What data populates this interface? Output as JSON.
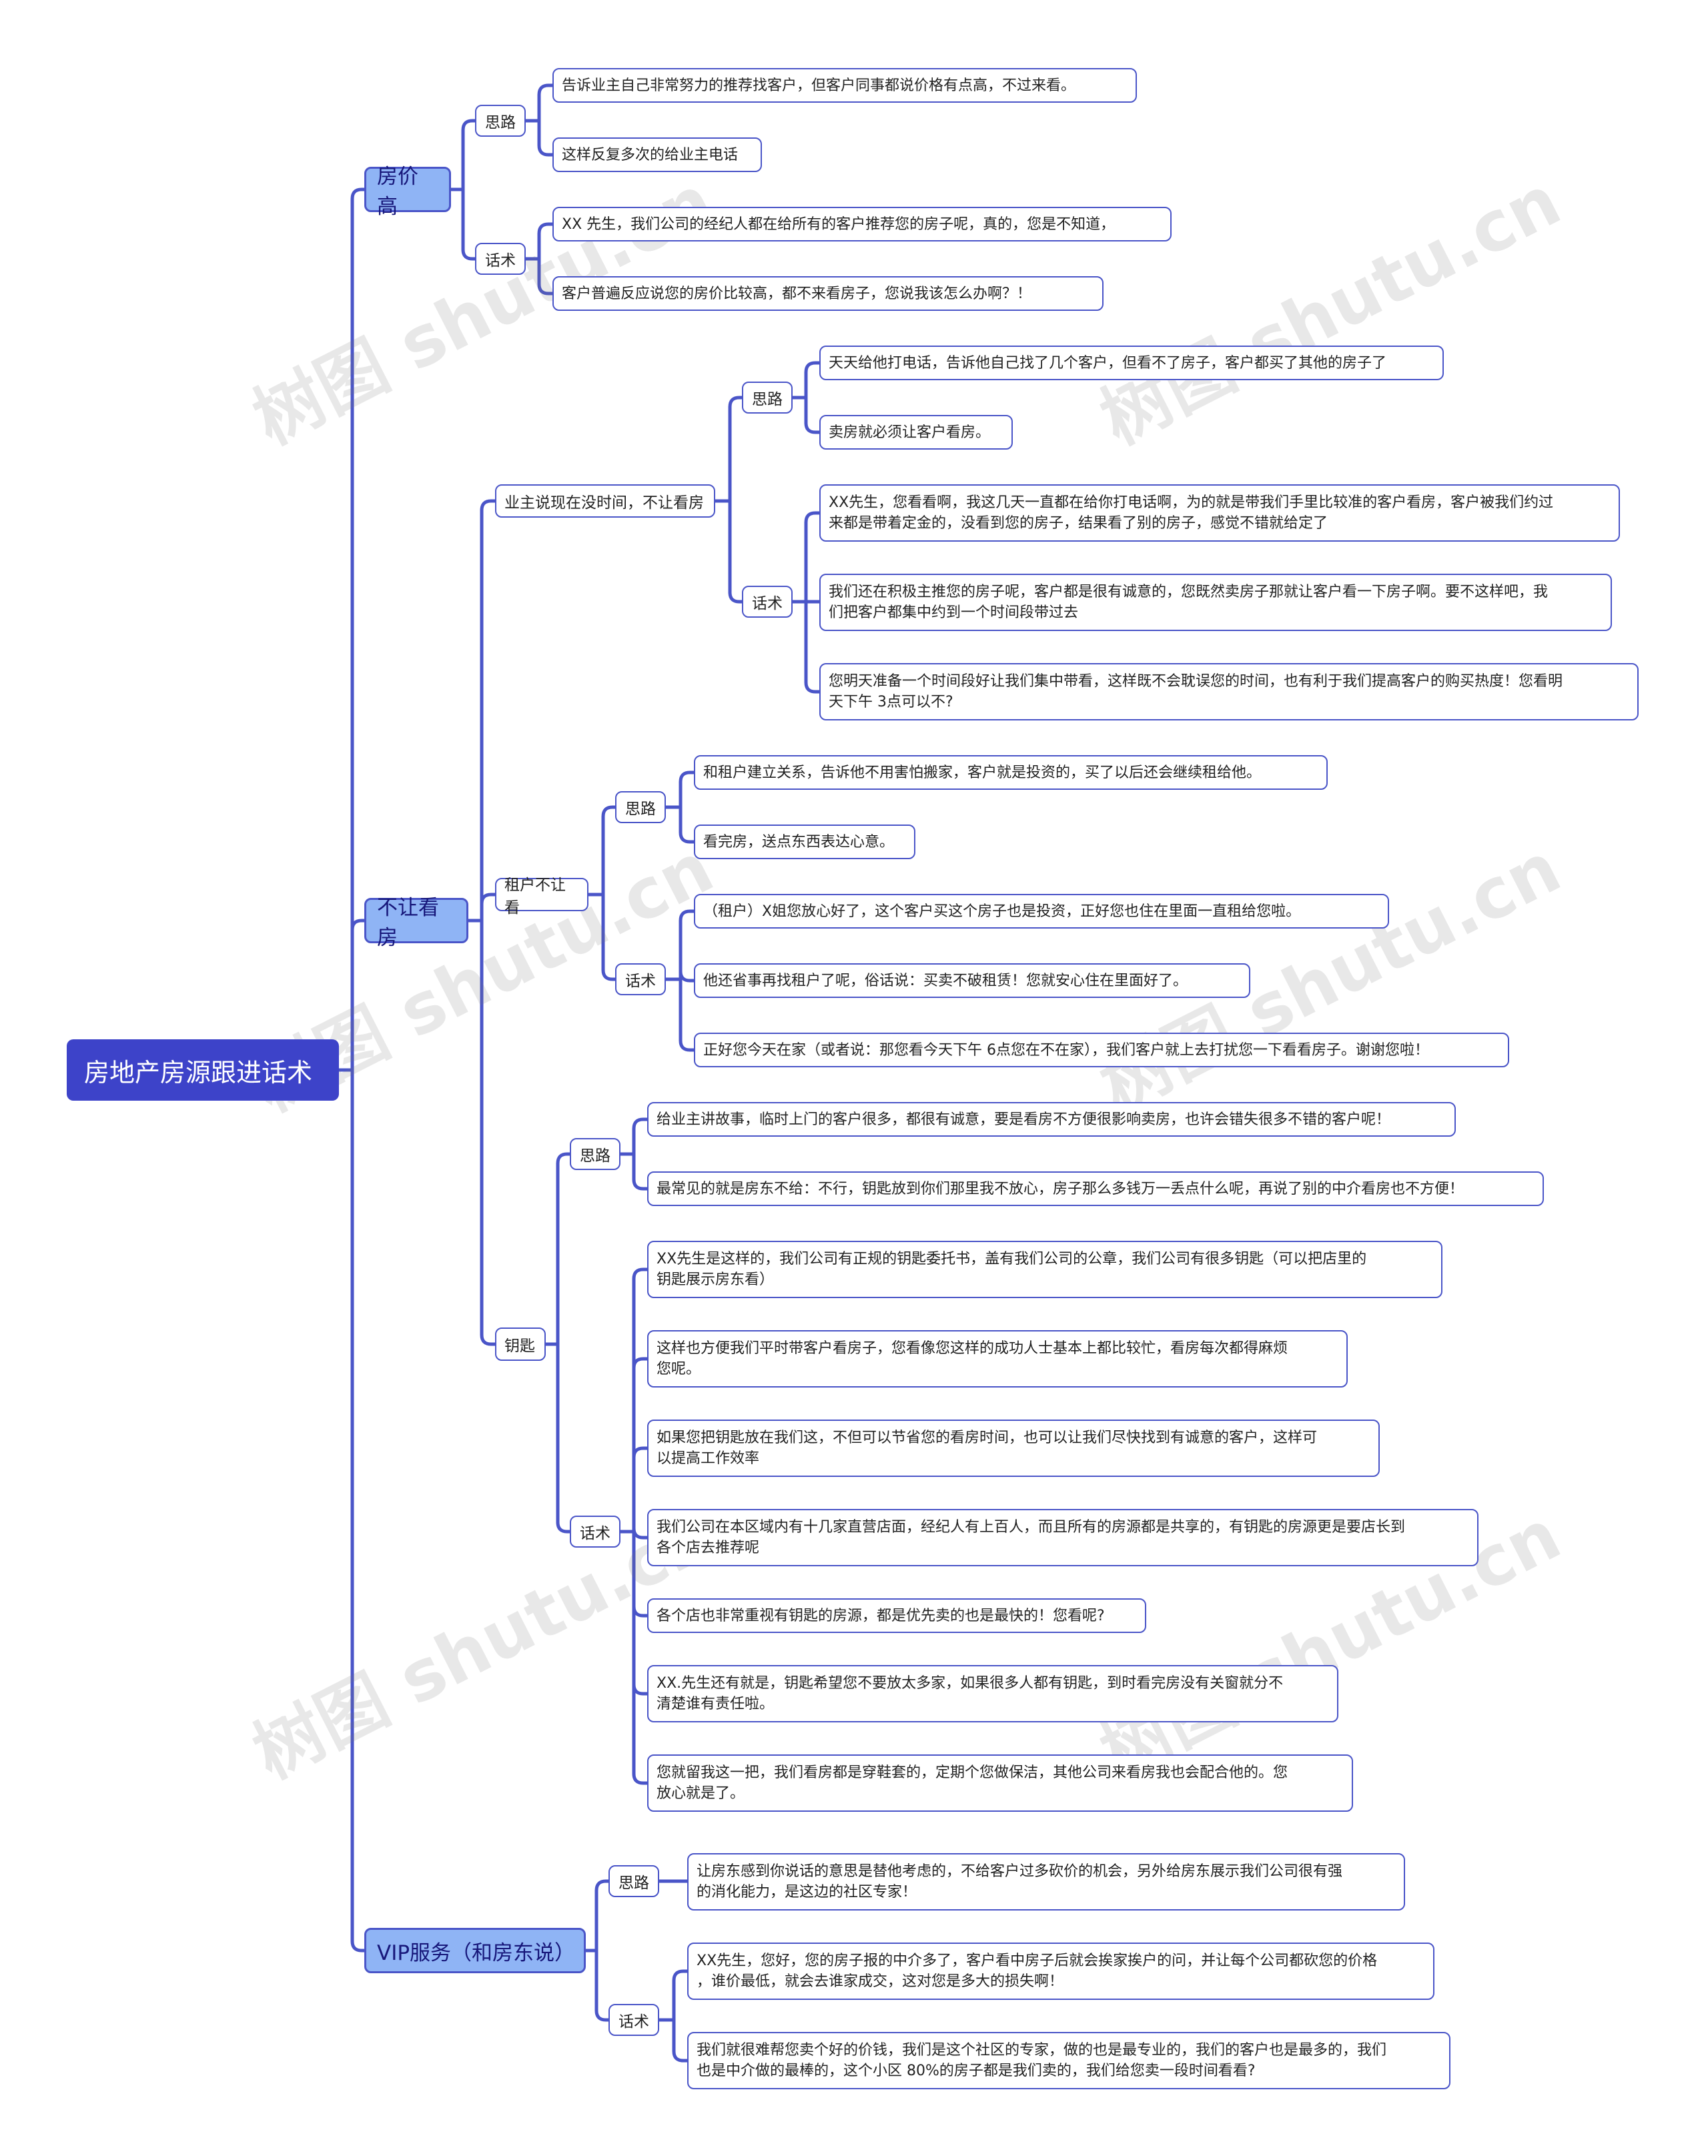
{
  "root": "房地产房源跟进话术",
  "watermark": "树图 shutu.cn",
  "branches": {
    "price_high": {
      "label": "房价高",
      "idea": {
        "label": "思路",
        "items": [
          "告诉业主自己非常努力的推荐找客户，但客户同事都说价格有点高，不过来看。",
          "这样反复多次的给业主电话"
        ]
      },
      "script": {
        "label": "话术",
        "items": [
          "XX 先生，我们公司的经纪人都在给所有的客户推荐您的房子呢，真的，您是不知道，",
          "客户普遍反应说您的房价比较高，都不来看房子，您说我该怎么办啊？！"
        ]
      }
    },
    "no_viewing": {
      "label": "不让看房",
      "owner_busy": {
        "label": "业主说现在没时间，不让看房",
        "idea": {
          "label": "思路",
          "items": [
            "天天给他打电话，告诉他自己找了几个客户，但看不了房子，客户都买了其他的房子了",
            "卖房就必须让客户看房。"
          ]
        },
        "script": {
          "label": "话术",
          "items": [
            [
              "XX先生，您看看啊，我这几天一直都在给你打电话啊，为的就是带我们手里比较准的客户看房，客户被我们约过",
              "来都是带着定金的，没看到您的房子，结果看了别的房子，感觉不错就给定了"
            ],
            [
              "我们还在积极主推您的房子呢，客户都是很有诚意的，您既然卖房子那就让客户看一下房子啊。要不这样吧，我",
              "们把客户都集中约到一个时间段带过去"
            ],
            [
              "您明天准备一个时间段好让我们集中带看，这样既不会耽误您的时间，也有利于我们提高客户的购买热度！您看明",
              "天下午 3点可以不?"
            ]
          ]
        }
      },
      "tenant": {
        "label": "租户不让看",
        "idea": {
          "label": "思路",
          "items": [
            "和租户建立关系，告诉他不用害怕搬家，客户就是投资的，买了以后还会继续租给他。",
            "看完房，送点东西表达心意。"
          ]
        },
        "script": {
          "label": "话术",
          "items": [
            "（租户）X姐您放心好了，这个客户买这个房子也是投资，正好您也住在里面一直租给您啦。",
            "他还省事再找租户了呢，俗话说：买卖不破租赁！您就安心住在里面好了。",
            "正好您今天在家（或者说：那您看今天下午 6点您在不在家），我们客户就上去打扰您一下看看房子。谢谢您啦！"
          ]
        }
      },
      "key": {
        "label": "钥匙",
        "idea": {
          "label": "思路",
          "items": [
            "给业主讲故事，临时上门的客户很多，都很有诚意，要是看房不方便很影响卖房，也许会错失很多不错的客户呢！",
            "最常见的就是房东不给：不行，钥匙放到你们那里我不放心，房子那么多钱万一丢点什么呢，再说了别的中介看房也不方便！"
          ]
        },
        "script": {
          "label": "话术",
          "items": [
            [
              "XX先生是这样的，我们公司有正规的钥匙委托书，盖有我们公司的公章，我们公司有很多钥匙（可以把店里的",
              "钥匙展示房东看）"
            ],
            [
              "这样也方便我们平时带客户看房子，您看像您这样的成功人士基本上都比较忙，看房每次都得麻烦",
              "您呢。"
            ],
            [
              "如果您把钥匙放在我们这，不但可以节省您的看房时间，也可以让我们尽快找到有诚意的客户，这样可",
              "以提高工作效率"
            ],
            [
              "我们公司在本区域内有十几家直营店面，经纪人有上百人，而且所有的房源都是共享的，有钥匙的房源更是要店长到",
              "各个店去推荐呢"
            ],
            [
              "各个店也非常重视有钥匙的房源，都是优先卖的也是最快的！您看呢?"
            ],
            [
              "XX.先生还有就是，钥匙希望您不要放太多家，如果很多人都有钥匙，到时看完房没有关窗就分不",
              "清楚谁有责任啦。"
            ],
            [
              "您就留我这一把，我们看房都是穿鞋套的，定期个您做保洁，其他公司来看房我也会配合他的。您",
              "放心就是了。"
            ]
          ]
        }
      }
    },
    "vip": {
      "label": "VIP服务（和房东说）",
      "idea": {
        "label": "思路",
        "items": [
          [
            "让房东感到你说话的意思是替他考虑的，不给客户过多砍价的机会，另外给房东展示我们公司很有强",
            "的消化能力，是这边的社区专家！"
          ]
        ]
      },
      "script": {
        "label": "话术",
        "items": [
          [
            "XX先生，您好，您的房子报的中介多了，客户看中房子后就会挨家挨户的问，并让每个公司都砍您的价格",
            "，谁价最低，就会去谁家成交，这对您是多大的损失啊！"
          ],
          [
            "我们就很难帮您卖个好的价钱，我们是这个社区的专家，做的也是最专业的，我们的客户也是最多的，我们",
            "也是中介做的最棒的，这个小区 80%的房子都是我们卖的，我们给您卖一段时间看看?"
          ]
        ]
      }
    }
  }
}
